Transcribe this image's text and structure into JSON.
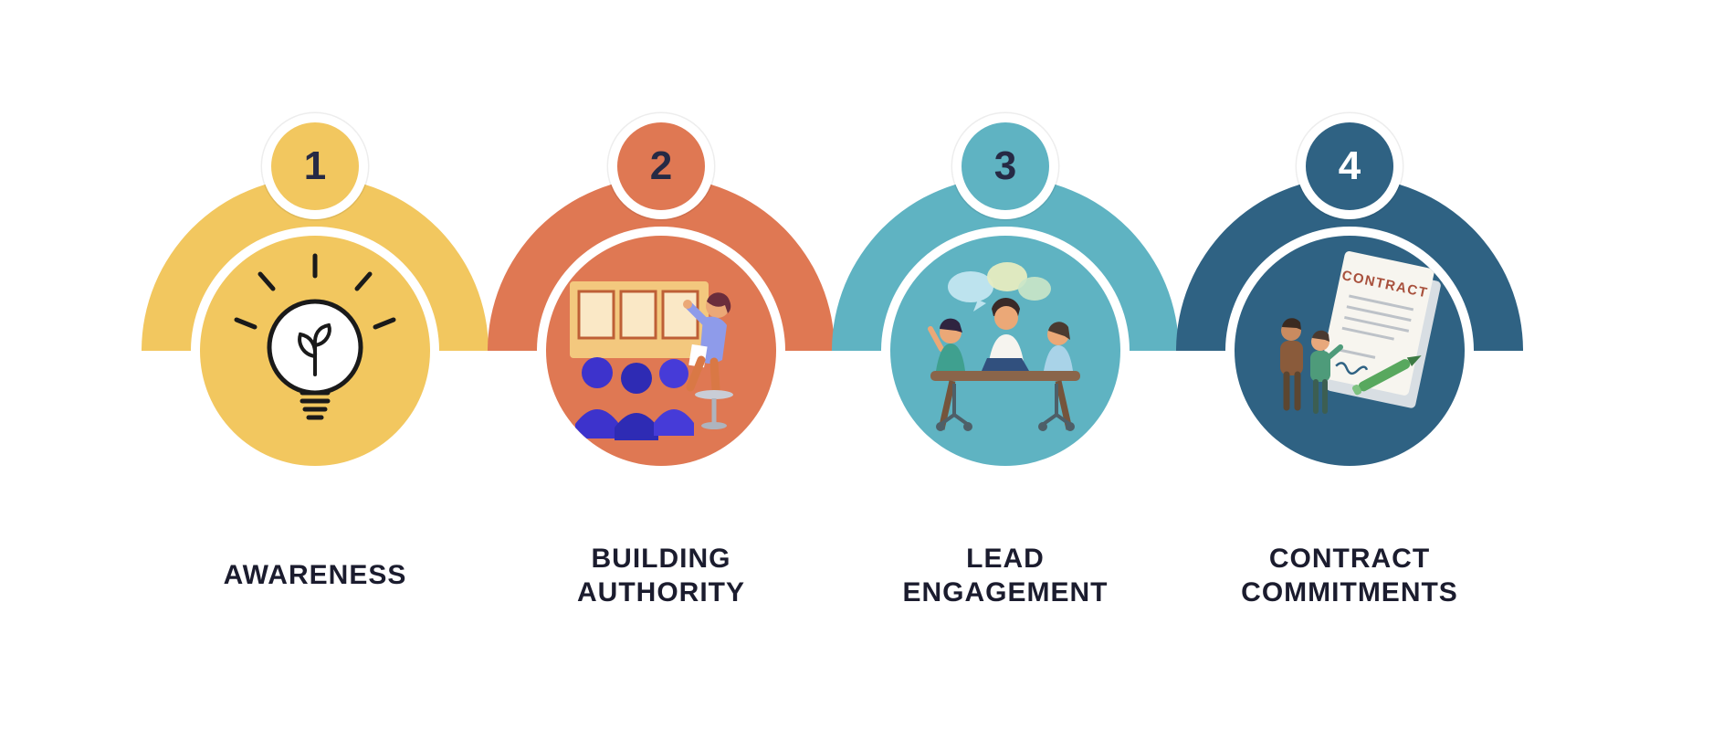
{
  "page": {
    "background_color": "#FFFFFF",
    "label_text_color": "#1B1C2E"
  },
  "steps": [
    {
      "number": "1",
      "label": "AWARENESS",
      "color": "#F2C75F",
      "number_text_color": "#262A45",
      "icon": "lightbulb-icon"
    },
    {
      "number": "2",
      "label": "BUILDING\nAUTHORITY",
      "color": "#DF7853",
      "number_text_color": "#262A45",
      "icon": "presentation-audience-illustration"
    },
    {
      "number": "3",
      "label": "LEAD\nENGAGEMENT",
      "color": "#5FB3C2",
      "number_text_color": "#262A45",
      "icon": "team-meeting-illustration"
    },
    {
      "number": "4",
      "label": "CONTRACT\nCOMMITMENTS",
      "color": "#2F6283",
      "number_text_color": "#FFFFFF",
      "icon": "contract-signing-illustration",
      "illustration": {
        "document_title": "CONTRACT"
      }
    }
  ]
}
